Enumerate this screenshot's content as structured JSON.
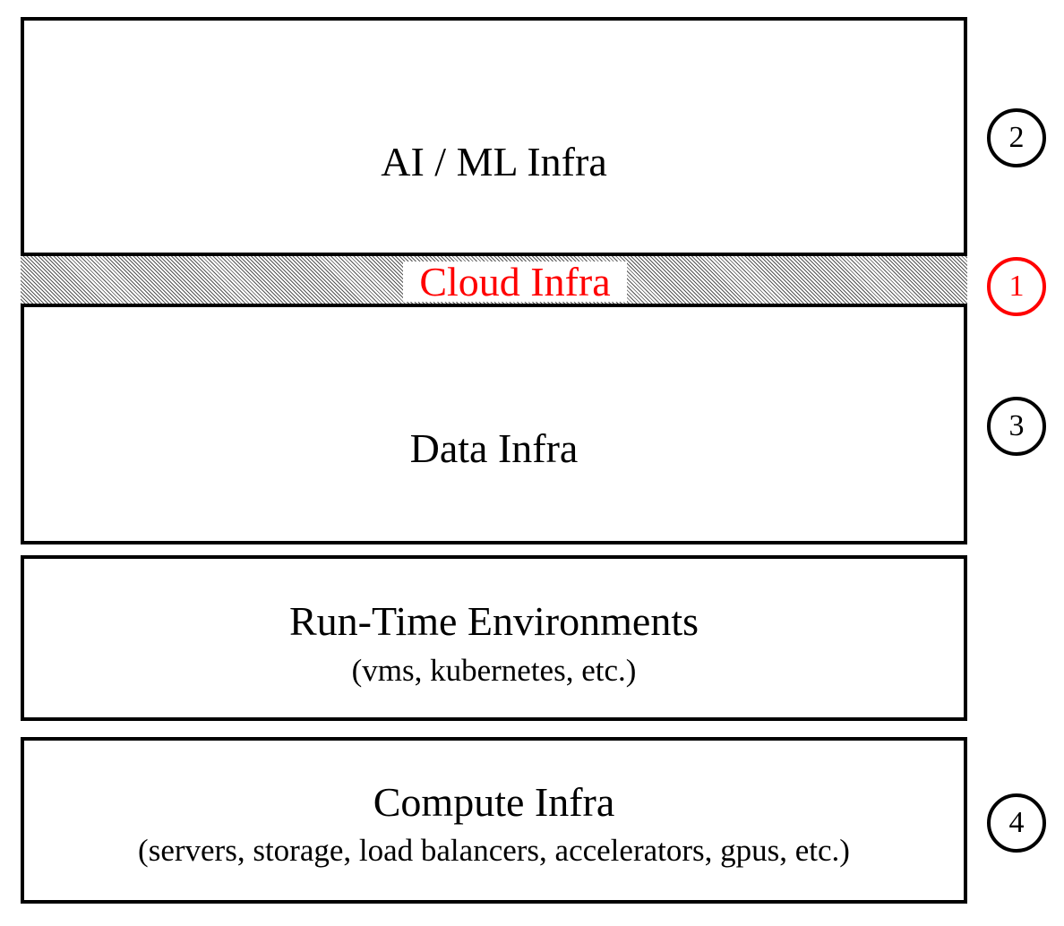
{
  "colors": {
    "stroke": "#000000",
    "highlight": "#ff0000",
    "background": "#ffffff"
  },
  "layers": {
    "ai_ml": {
      "title": "AI / ML Infra",
      "badge": "2"
    },
    "cloud": {
      "title": "Cloud Infra",
      "badge": "1"
    },
    "data": {
      "title": "Data Infra",
      "badge": "3"
    },
    "runtime": {
      "title": "Run-Time Environments",
      "subtitle": "(vms, kubernetes, etc.)"
    },
    "compute": {
      "title": "Compute Infra",
      "subtitle": "(servers, storage, load balancers, accelerators, gpus, etc.)",
      "badge": "4"
    }
  }
}
